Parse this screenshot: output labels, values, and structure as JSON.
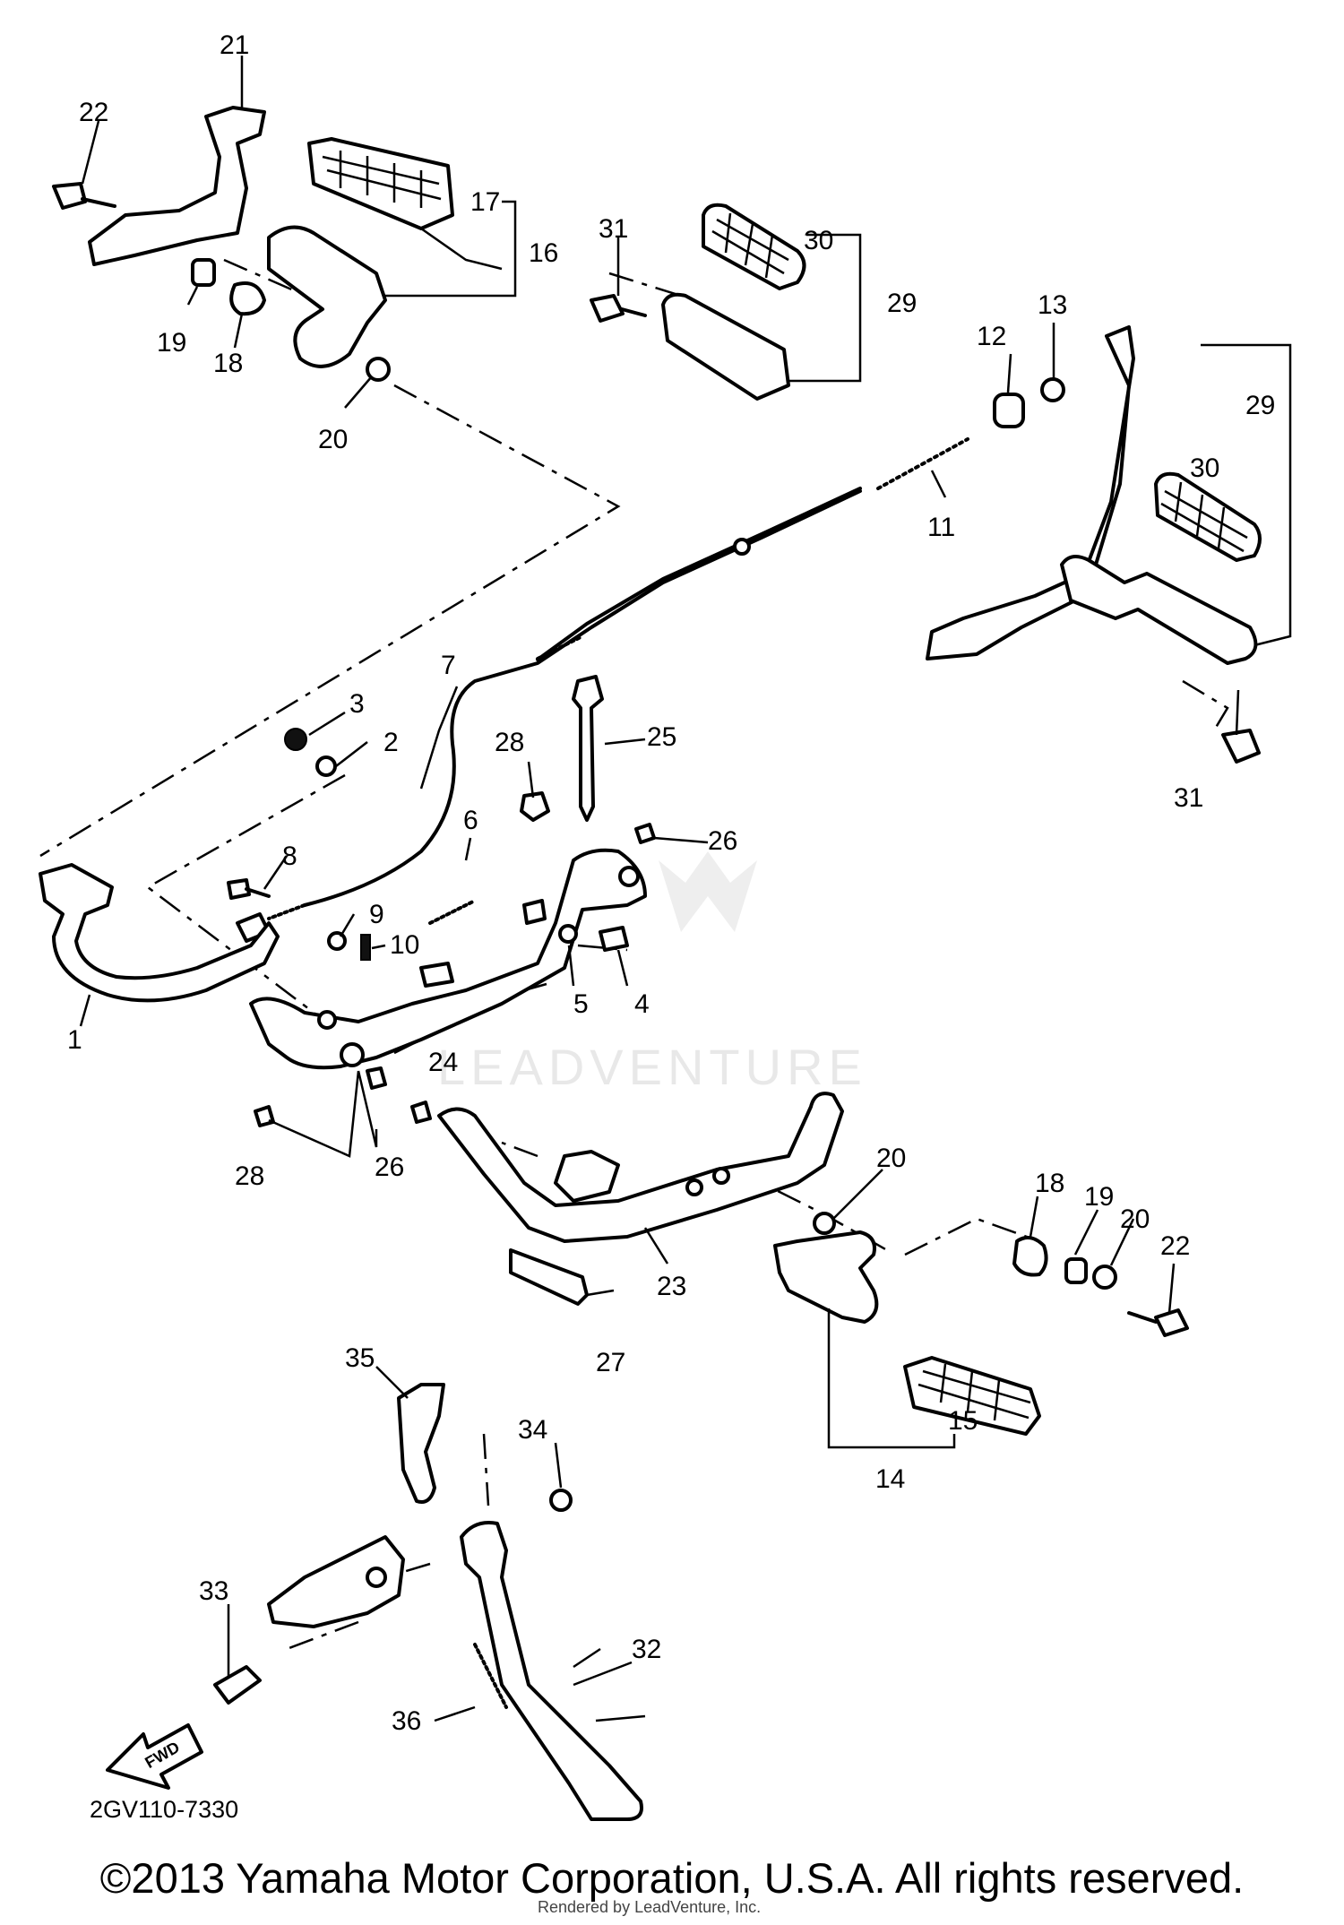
{
  "diagram": {
    "code": "2GV110-7330",
    "watermark": "LEADVENTURE",
    "copyright": "©2013 Yamaha Motor Corporation, U.S.A. All rights reserved.",
    "rendered_by": "Rendered by LeadVenture, Inc.",
    "fwd_label": "FWD",
    "labels": {
      "l1": "1",
      "l2": "2",
      "l3": "3",
      "l4": "4",
      "l5": "5",
      "l6": "6",
      "l7": "7",
      "l8": "8",
      "l9": "9",
      "l10": "10",
      "l11": "11",
      "l12": "12",
      "l13": "13",
      "l14": "14",
      "l15": "15",
      "l16": "16",
      "l17": "17",
      "l18a": "18",
      "l18b": "18",
      "l19a": "19",
      "l19b": "19",
      "l20a": "20",
      "l20b": "20",
      "l20c": "20",
      "l21": "21",
      "l22a": "22",
      "l22b": "22",
      "l23": "23",
      "l24": "24",
      "l25": "25",
      "l26a": "26",
      "l26b": "26",
      "l27": "27",
      "l28a": "28",
      "l28b": "28",
      "l29a": "29",
      "l29b": "29",
      "l30a": "30",
      "l30b": "30",
      "l31a": "31",
      "l31b": "31",
      "l32": "32",
      "l33": "33",
      "l34": "34",
      "l35": "35",
      "l36": "36"
    }
  }
}
